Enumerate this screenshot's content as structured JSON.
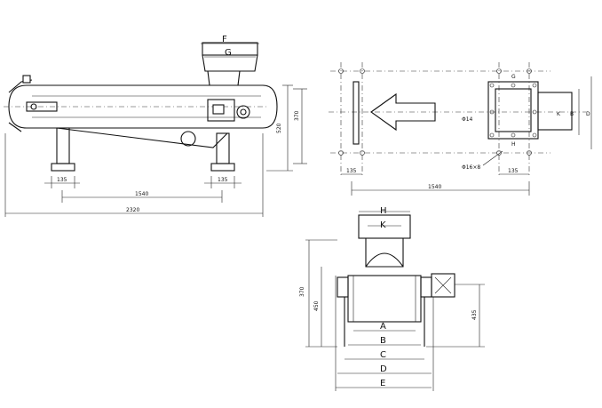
{
  "side_view": {
    "label_F": "F",
    "label_G": "G",
    "dim_135_left": "135",
    "dim_135_right": "135",
    "dim_1540": "1540",
    "dim_2320": "2320",
    "dim_520": "520",
    "dim_370": "370"
  },
  "top_view": {
    "label_G": "G",
    "label_H": "H",
    "label_K": "K",
    "label_B": "B",
    "label_D": "D",
    "dim_phi14": "Φ14",
    "dim_phi16x8": "Φ16×8",
    "dim_135_left": "135",
    "dim_135_right": "135",
    "dim_1540": "1540"
  },
  "end_view": {
    "label_H": "H",
    "label_K": "K",
    "label_A": "A",
    "label_B": "B",
    "label_C": "C",
    "label_D": "D",
    "label_E": "E",
    "dim_370": "370",
    "dim_450": "450",
    "dim_435": "435"
  }
}
